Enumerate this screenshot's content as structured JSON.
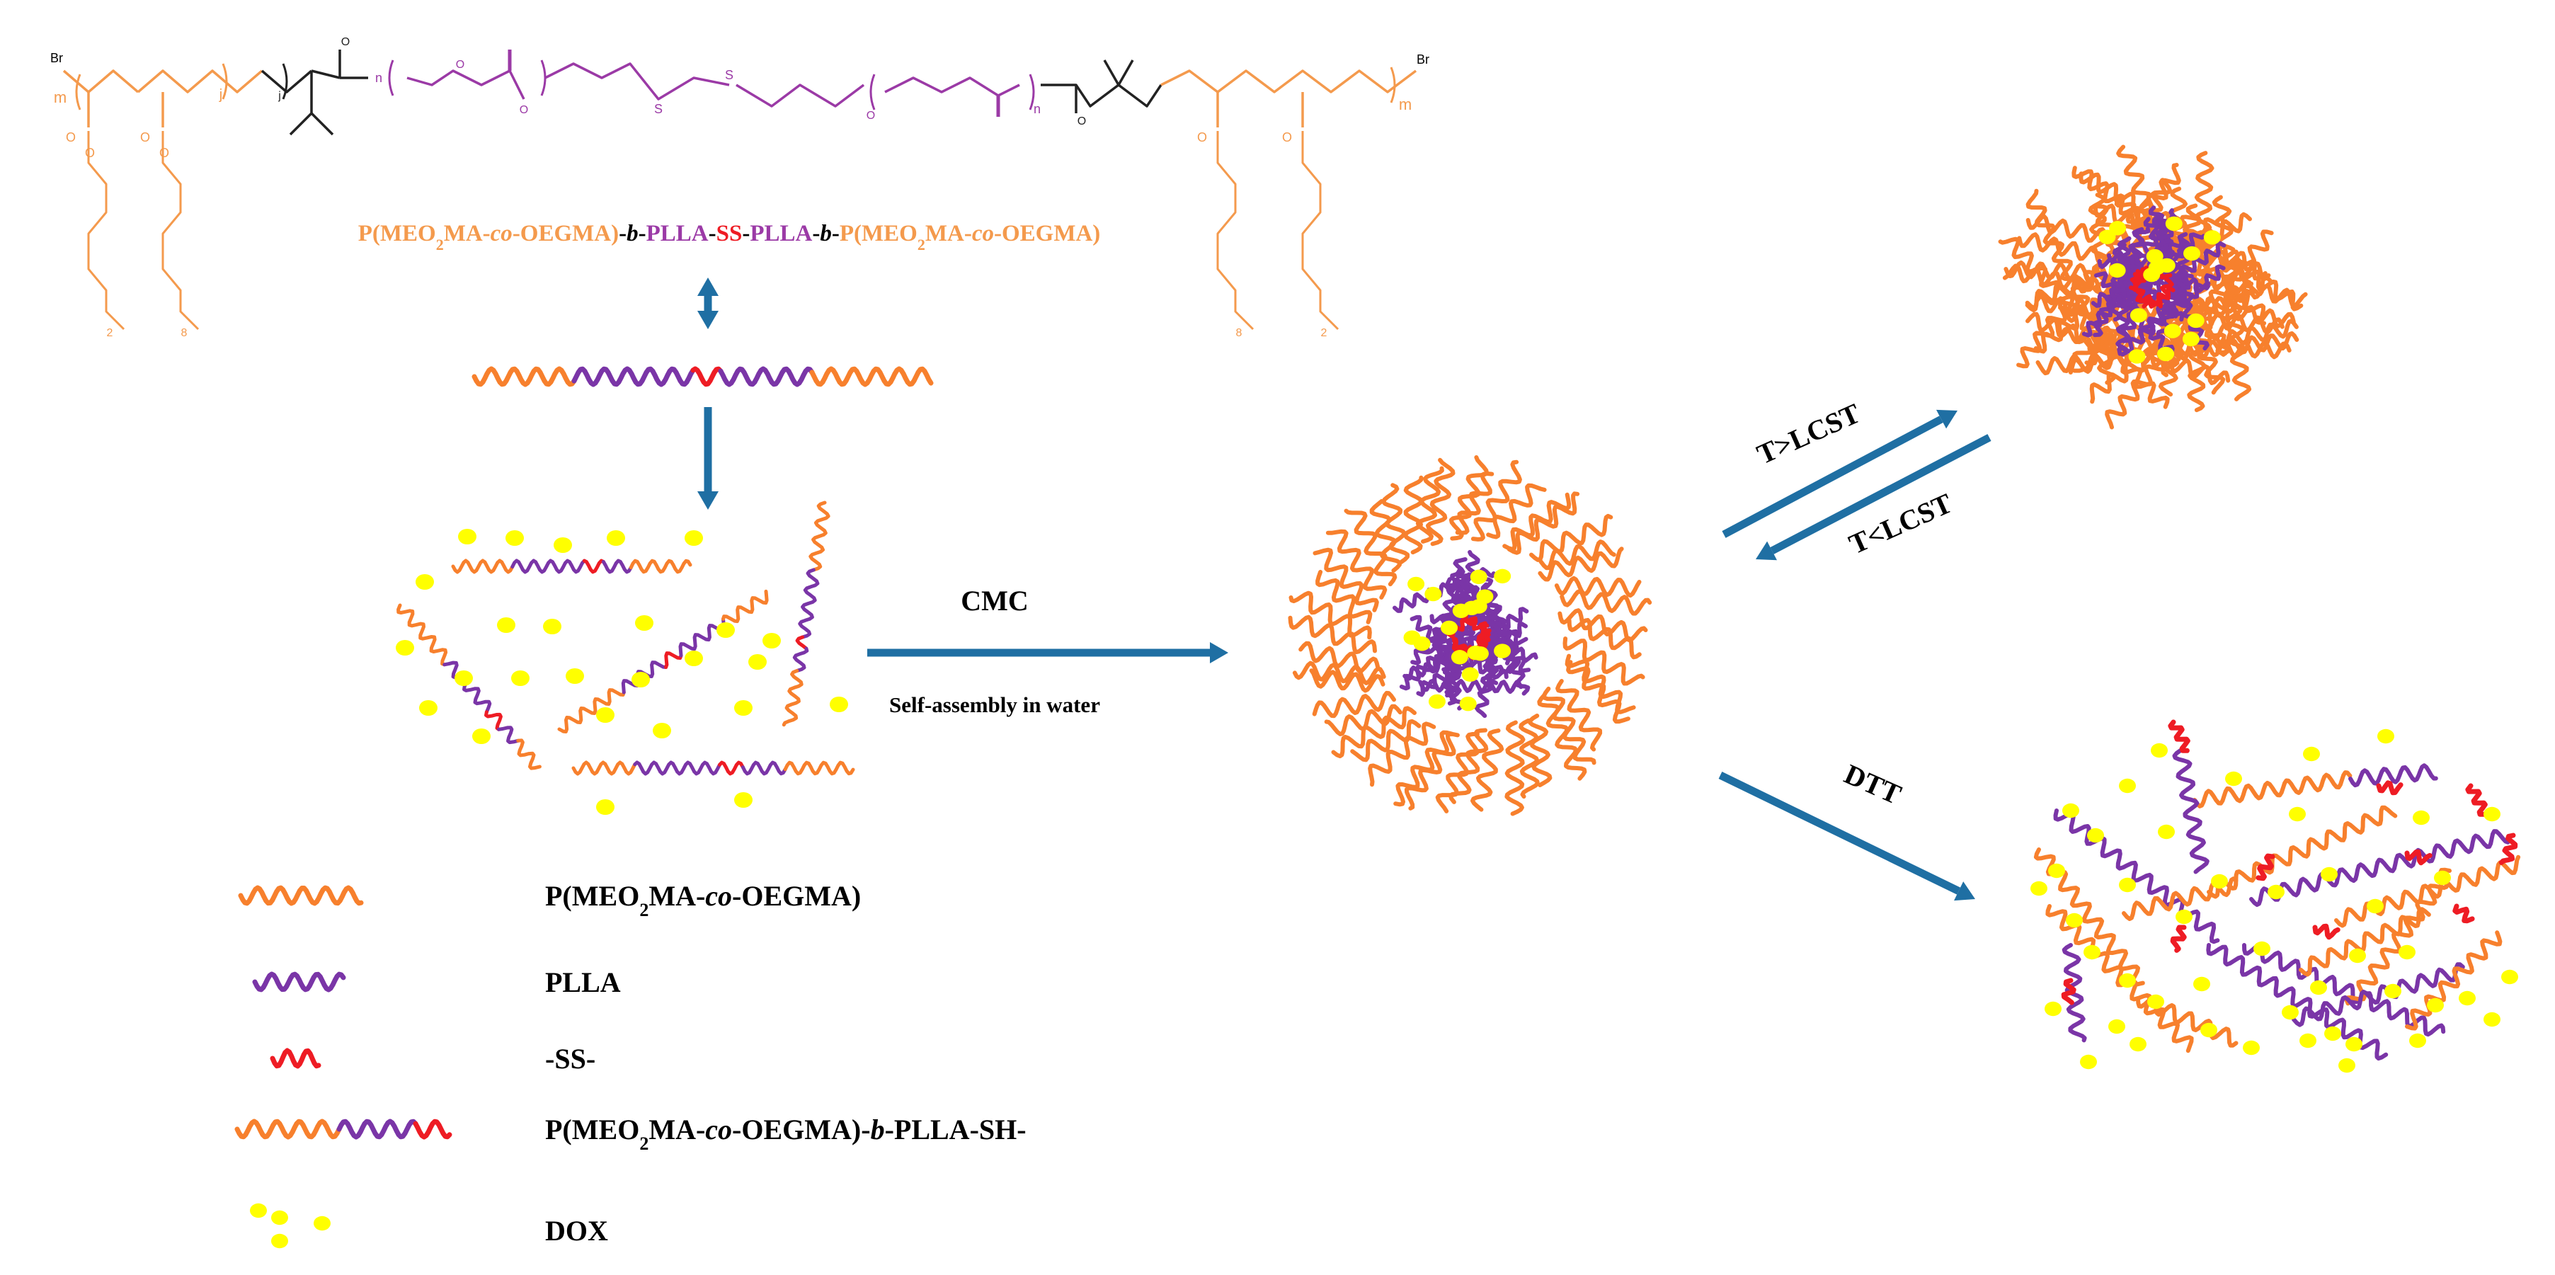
{
  "colors": {
    "orange": "#f7802d",
    "purple": "#7a35a7",
    "red": "#ee1c24",
    "yellow": "#ffff00",
    "arrow": "#1f6fa3",
    "structure_orange": "#f49a4d",
    "structure_purple": "#9b3aa6"
  },
  "structure": {
    "title_parts": [
      {
        "text": "P(MEO",
        "color": "orange"
      },
      {
        "text": "2",
        "color": "orange",
        "sub": true
      },
      {
        "text": "MA-",
        "color": "orange"
      },
      {
        "text": "co",
        "color": "orange",
        "italic": true
      },
      {
        "text": "-OEGMA)",
        "color": "orange"
      },
      {
        "text": "-",
        "color": "black"
      },
      {
        "text": "b",
        "color": "black",
        "italic": true
      },
      {
        "text": "-",
        "color": "black"
      },
      {
        "text": "PLLA",
        "color": "purple"
      },
      {
        "text": "-",
        "color": "black"
      },
      {
        "text": "SS",
        "color": "red"
      },
      {
        "text": "-",
        "color": "black"
      },
      {
        "text": "PLLA",
        "color": "purple"
      },
      {
        "text": "-",
        "color": "black"
      },
      {
        "text": "b",
        "color": "black",
        "italic": true
      },
      {
        "text": "-",
        "color": "black"
      },
      {
        "text": "P(MEO",
        "color": "orange"
      },
      {
        "text": "2",
        "color": "orange",
        "sub": true
      },
      {
        "text": "MA-",
        "color": "orange"
      },
      {
        "text": "co",
        "color": "orange",
        "italic": true
      },
      {
        "text": "-OEGMA)",
        "color": "orange"
      }
    ],
    "atoms": {
      "br": "Br",
      "o": "O",
      "s": "S",
      "m": "m",
      "j": "j",
      "n": "n",
      "two": "2",
      "eight": "8"
    }
  },
  "labels": {
    "cmc": "CMC",
    "self_assembly": "Self-assembly in water",
    "t_gt_lcst": "T>LCST",
    "t_lt_lcst": "T<LCST",
    "dtt": "DTT"
  },
  "legend": [
    {
      "glyph": "orange-wave",
      "parts": [
        {
          "text": "P(MEO"
        },
        {
          "text": "2",
          "sub": true
        },
        {
          "text": "MA-"
        },
        {
          "text": "co",
          "italic": true
        },
        {
          "text": "-OEGMA)"
        }
      ]
    },
    {
      "glyph": "purple-wave",
      "parts": [
        {
          "text": "PLLA"
        }
      ]
    },
    {
      "glyph": "red-wave",
      "parts": [
        {
          "text": "-SS-"
        }
      ]
    },
    {
      "glyph": "diblock-wave",
      "parts": [
        {
          "text": "P(MEO"
        },
        {
          "text": "2",
          "sub": true
        },
        {
          "text": "MA-"
        },
        {
          "text": "co",
          "italic": true
        },
        {
          "text": "-OEGMA)-"
        },
        {
          "text": "b",
          "italic": true
        },
        {
          "text": "-PLLA-SH-"
        }
      ]
    },
    {
      "glyph": "yellow-dots",
      "parts": [
        {
          "text": "DOX"
        }
      ]
    }
  ]
}
